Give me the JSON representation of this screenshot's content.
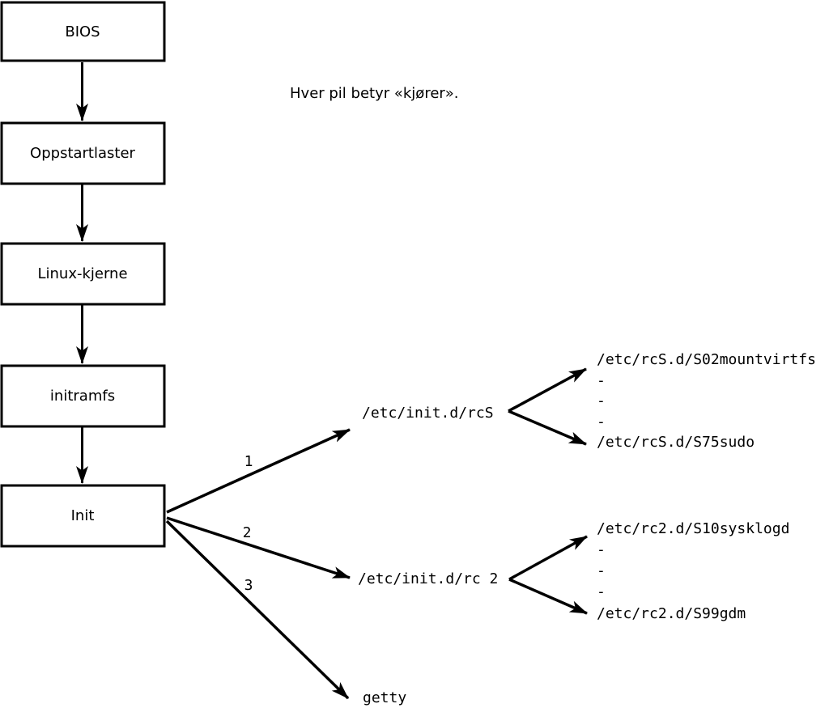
{
  "note": "Hver pil betyr «kjører».",
  "chain": [
    {
      "label": "BIOS"
    },
    {
      "label": "Oppstartlaster"
    },
    {
      "label": "Linux-kjerne"
    },
    {
      "label": "initramfs"
    },
    {
      "label": "Init"
    }
  ],
  "init_arrows": [
    {
      "label": "1",
      "target": "/etc/init.d/rcS"
    },
    {
      "label": "2",
      "target": "/etc/init.d/rc 2"
    },
    {
      "label": "3",
      "target": "getty"
    }
  ],
  "rcs_items": [
    "/etc/rcS.d/S02mountvirtfs",
    "-",
    "-",
    "-",
    "/etc/rcS.d/S75sudo"
  ],
  "rc2_items": [
    "/etc/rc2.d/S10sysklogd",
    "-",
    "-",
    "-",
    "/etc/rc2.d/S99gdm"
  ],
  "colors": {
    "stroke": "#000000",
    "background": "#ffffff",
    "box_fill": "#ffffff"
  }
}
